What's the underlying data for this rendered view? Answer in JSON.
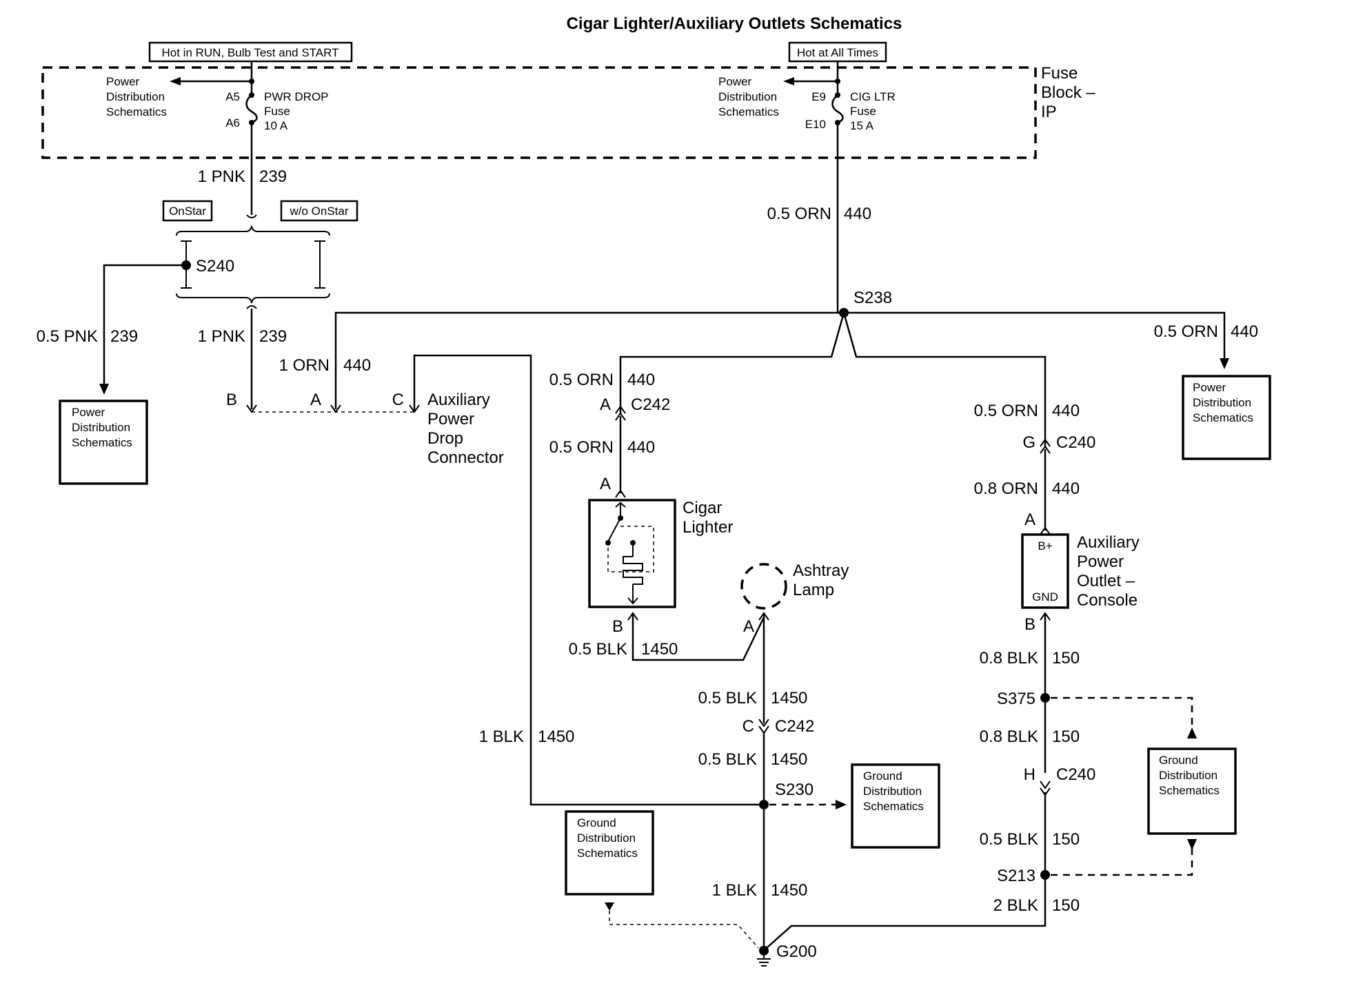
{
  "title": "Cigar Lighter/Auxiliary Outlets Schematics",
  "power_tags": {
    "run": "Hot in RUN, Bulb Test and START",
    "always": "Hot at All Times"
  },
  "fuse_block": {
    "line1": "Fuse",
    "line2": "Block –",
    "line3": "IP"
  },
  "power_dist": {
    "line1": "Power",
    "line2": "Distribution",
    "line3": "Schematics"
  },
  "ground_dist": {
    "line1": "Ground",
    "line2": "Distribution",
    "line3": "Schematics"
  },
  "fuse_pwr": {
    "pin_in": "A5",
    "pin_out": "A6",
    "line1": "PWR DROP",
    "line2": "Fuse",
    "line3": "10 A"
  },
  "fuse_cig": {
    "pin_in": "E9",
    "pin_out": "E10",
    "line1": "CIG LTR",
    "line2": "Fuse",
    "line3": "15 A"
  },
  "options": {
    "onstar": "OnStar",
    "wo_onstar": "w/o OnStar"
  },
  "splices": {
    "s240": "S240",
    "s238": "S238",
    "s230": "S230",
    "s375": "S375",
    "s213": "S213"
  },
  "ground": "G200",
  "connectors": {
    "c242": "C242",
    "c240": "C240"
  },
  "pins": {
    "a": "A",
    "b": "B",
    "c": "C",
    "g": "G",
    "h": "H"
  },
  "wires": {
    "pnk1": "1 PNK",
    "pnk05": "0.5 PNK",
    "c239": "239",
    "orn05": "0.5 ORN",
    "orn1": "1 ORN",
    "orn08": "0.8 ORN",
    "c440": "440",
    "blk05": "0.5 BLK",
    "blk1": "1 BLK",
    "blk08": "0.8 BLK",
    "blk2": "2 BLK",
    "c1450": "1450",
    "c150": "150"
  },
  "components": {
    "aux_drop": {
      "line1": "Auxiliary",
      "line2": "Power",
      "line3": "Drop",
      "line4": "Connector"
    },
    "cigar": {
      "line1": "Cigar",
      "line2": "Lighter"
    },
    "ashtray": {
      "line1": "Ashtray",
      "line2": "Lamp"
    },
    "aux_console": {
      "line1": "Auxiliary",
      "line2": "Power",
      "line3": "Outlet –",
      "line4": "Console",
      "bplus": "B+",
      "gnd": "GND"
    }
  }
}
